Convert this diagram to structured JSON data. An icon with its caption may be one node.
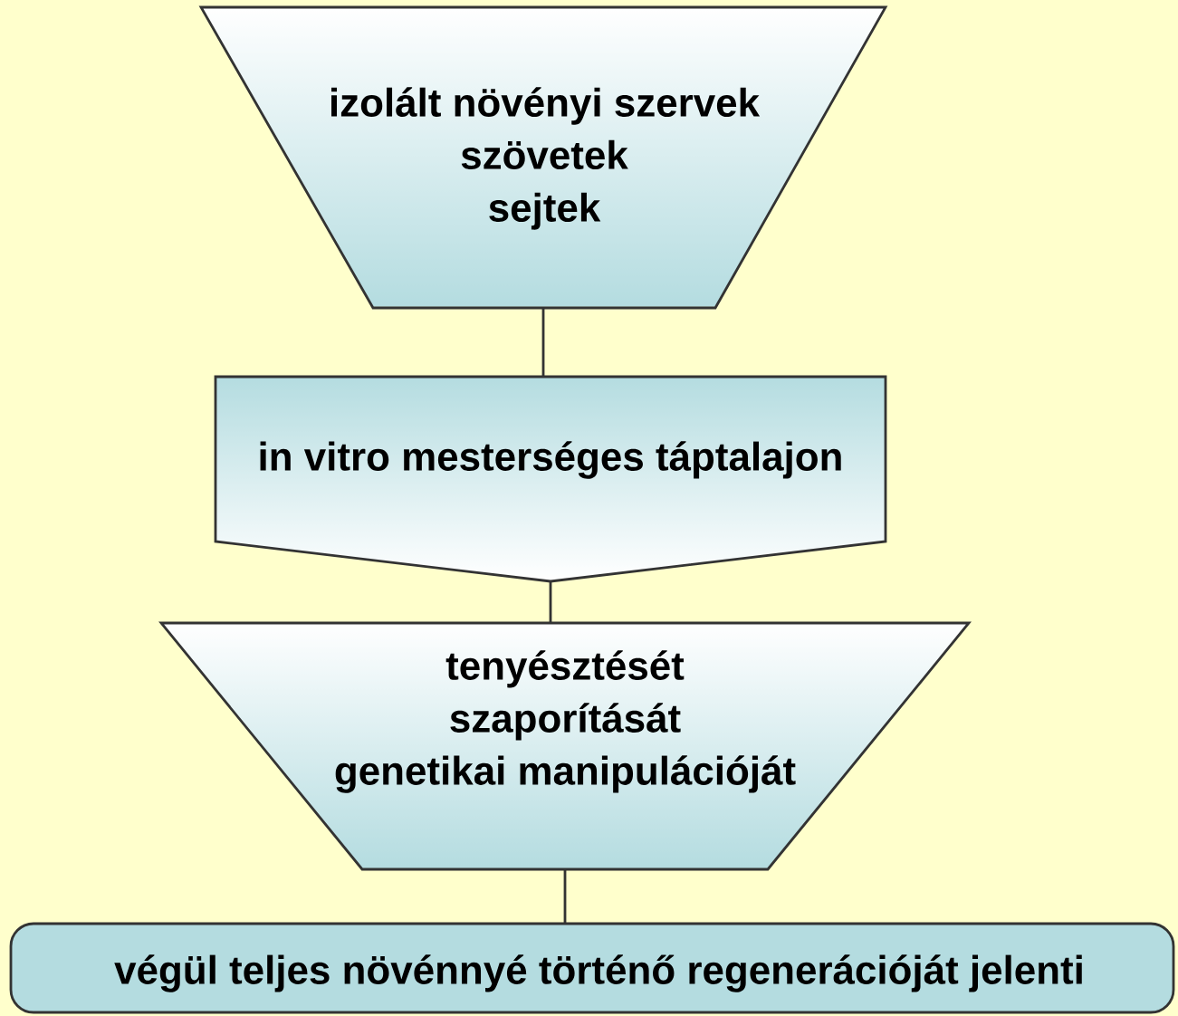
{
  "diagram": {
    "nodes": [
      {
        "text": [
          "izolált növényi szervek",
          "szövetek",
          "sejtek"
        ]
      },
      {
        "text": [
          "in vitro mesterséges táptalajon"
        ]
      },
      {
        "text": [
          "tenyésztését",
          "szaporítását",
          "genetikai manipulációját"
        ]
      },
      {
        "text": [
          "végül teljes növénnyé történő regenerációját jelenti"
        ]
      }
    ],
    "edges": [
      {
        "from": 0,
        "to": 1,
        "arrow": "none"
      },
      {
        "from": 1,
        "to": 2,
        "arrow": "none"
      },
      {
        "from": 2,
        "to": 3,
        "arrow": "none"
      }
    ]
  }
}
